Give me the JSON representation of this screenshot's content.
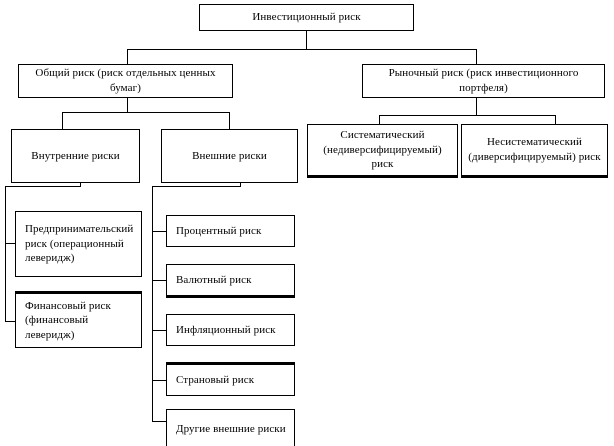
{
  "diagram": {
    "title_node": {
      "id": "investment-risk",
      "label": "Инвестиционный риск"
    },
    "level2": [
      {
        "id": "general-risk",
        "label": "Общий риск (риск отдельных ценных бумаг)"
      },
      {
        "id": "market-risk",
        "label": "Рыночный риск (риск инвестиционного портфеля)"
      }
    ],
    "level3": [
      {
        "id": "internal-risks",
        "label": "Внутренние риски"
      },
      {
        "id": "external-risks",
        "label": "Внешние риски"
      },
      {
        "id": "systematic-risk",
        "label": "Систематический (недиверсифицируемый) риск"
      },
      {
        "id": "unsystematic-risk",
        "label": "Несистематический (диверсифицируемый) риск"
      }
    ],
    "internal_children": [
      {
        "id": "entrepreneurial-risk",
        "label": "Предпринимательский риск (операционный леверидж)"
      },
      {
        "id": "financial-risk",
        "label": "Финансовый риск (финансовый леверидж)"
      }
    ],
    "external_children": [
      {
        "id": "interest-rate-risk",
        "label": "Процентный риск"
      },
      {
        "id": "currency-risk",
        "label": "Валютный риск"
      },
      {
        "id": "inflation-risk",
        "label": "Инфляционный риск"
      },
      {
        "id": "country-risk",
        "label": "Страновый риск"
      },
      {
        "id": "other-external-risks",
        "label": "Другие внешние риски"
      }
    ],
    "colors": {
      "line": "#000000",
      "background": "#ffffff",
      "text": "#000000"
    }
  }
}
